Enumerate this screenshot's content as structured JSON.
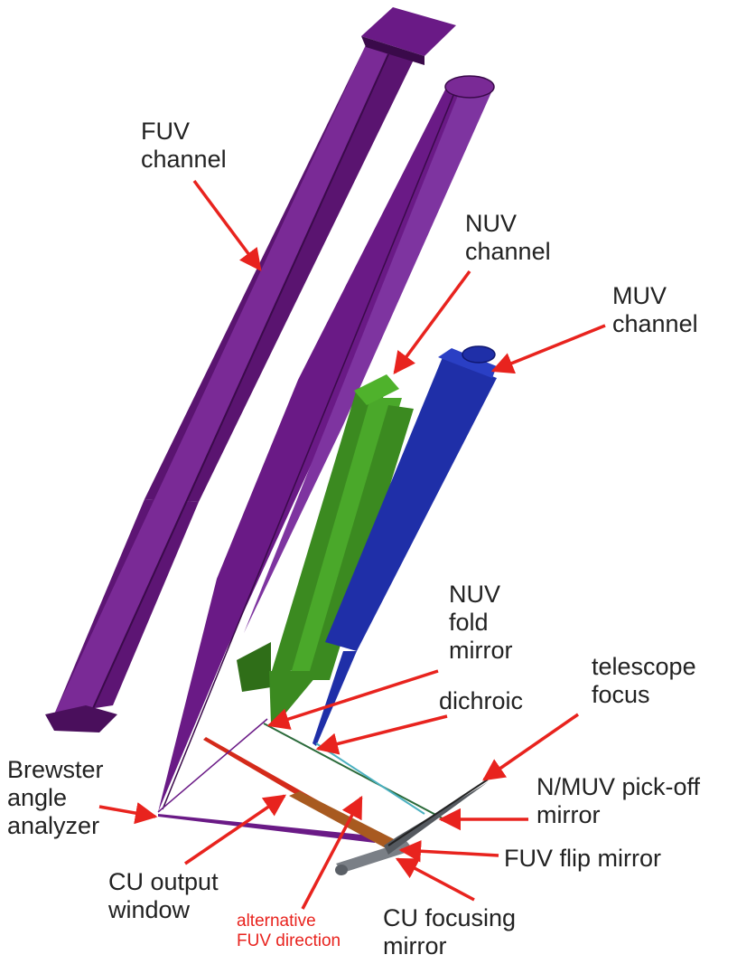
{
  "colors": {
    "fuv": "#6a1a86",
    "nuv": "#3f8f25",
    "muv": "#1f2fa8",
    "arrow": "#e8231e",
    "alt_label": "#e8231e",
    "text": "#222222"
  },
  "labels": {
    "fuv_channel": [
      "FUV",
      "channel"
    ],
    "nuv_channel": [
      "NUV",
      "channel"
    ],
    "muv_channel": [
      "MUV",
      "channel"
    ],
    "nuv_fold_mirror": [
      "NUV",
      "fold",
      "mirror"
    ],
    "dichroic": [
      "dichroic"
    ],
    "telescope_focus": [
      "telescope",
      "focus"
    ],
    "nmuv_pickoff_mirror": [
      "N/MUV pick-off",
      "mirror"
    ],
    "fuv_flip_mirror": [
      "FUV flip mirror"
    ],
    "cu_focusing_mirror": [
      "CU focusing",
      "mirror"
    ],
    "alternative_fuv_direction": [
      "alternative",
      "FUV direction"
    ],
    "cu_output_window": [
      "CU output",
      "window"
    ],
    "brewster_angle_analyzer": [
      "Brewster",
      "angle",
      "analyzer"
    ]
  }
}
